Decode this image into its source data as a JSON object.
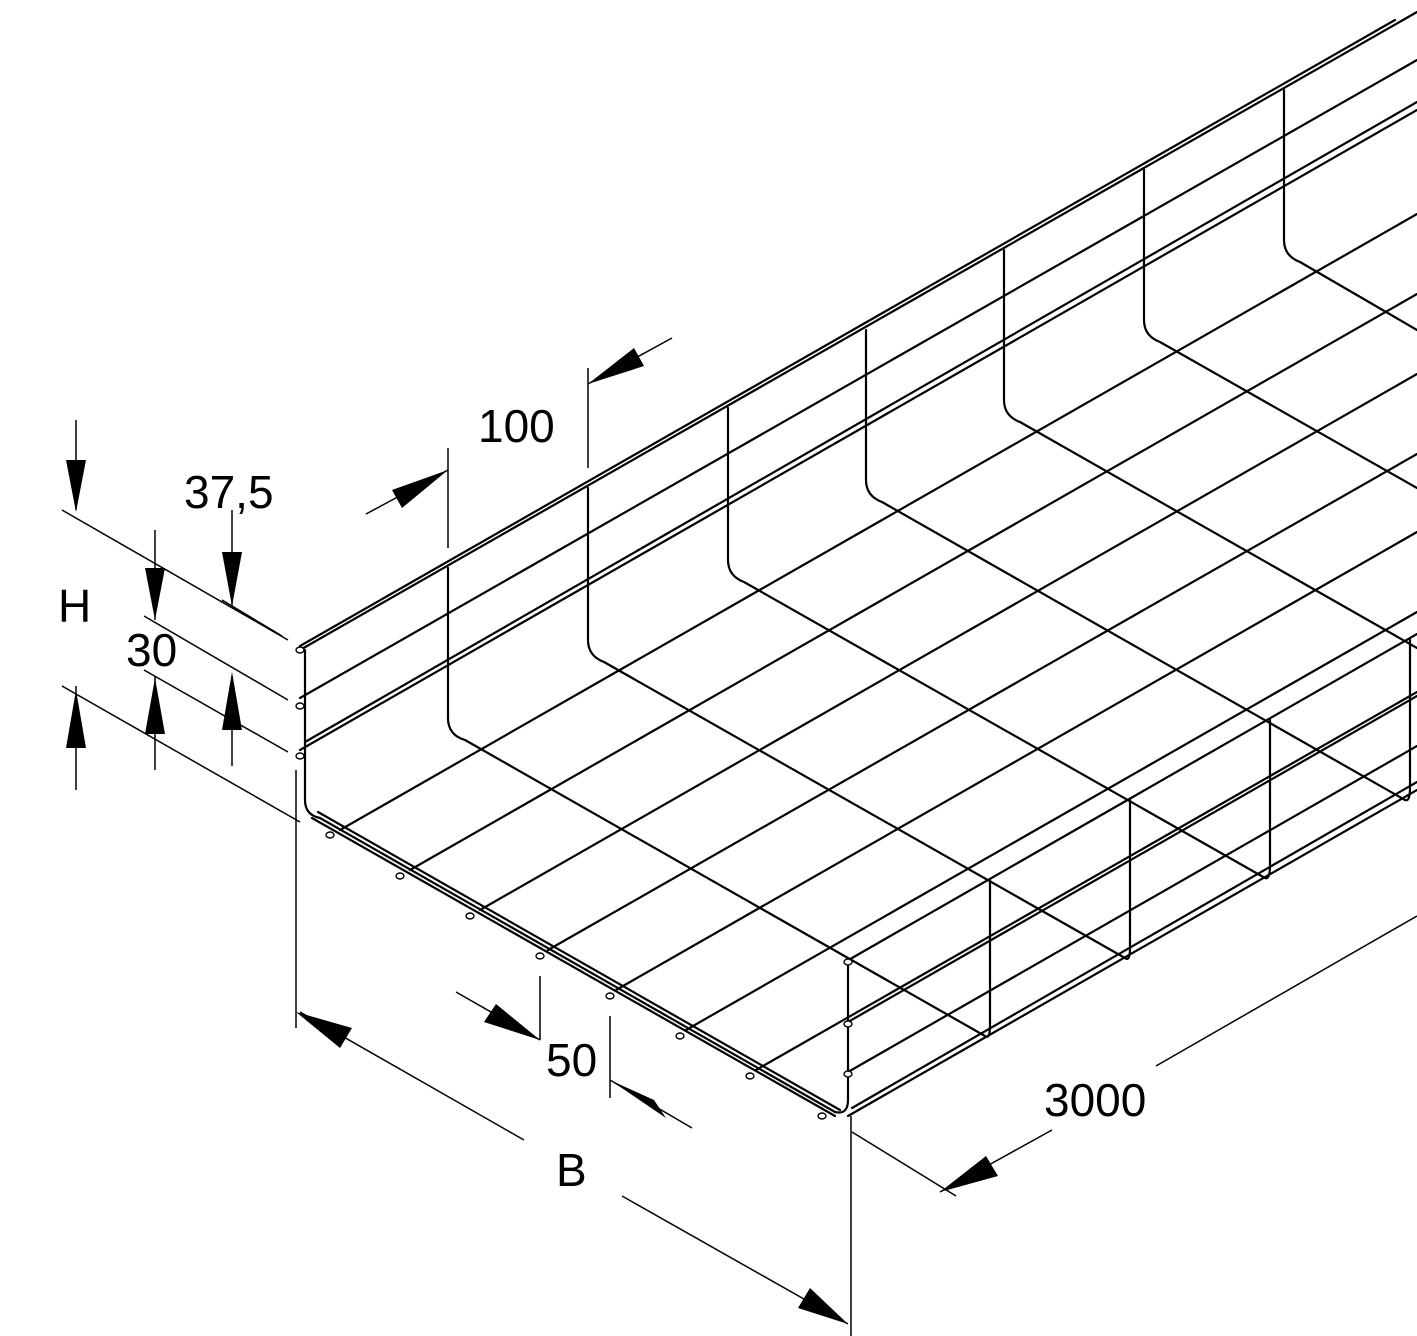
{
  "drawing": {
    "subject": "wire mesh cable tray, isometric dimension drawing",
    "line_color": "#000000",
    "background_color": "#ffffff"
  },
  "dimensions": {
    "height_symbol": "H",
    "side_wire_offset_top": "37,5",
    "side_wire_pitch": "30",
    "cross_wire_pitch": "100",
    "base_wire_pitch": "50",
    "width_symbol": "B",
    "length": "3000"
  }
}
